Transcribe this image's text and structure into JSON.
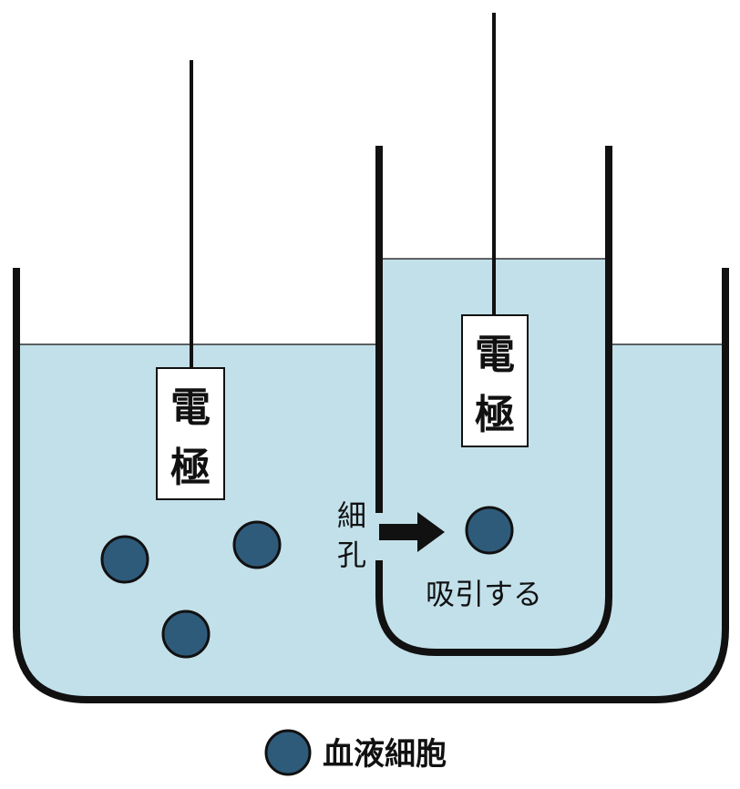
{
  "diagram": {
    "electrode_left": {
      "char1": "電",
      "char2": "極"
    },
    "electrode_right": {
      "char1": "電",
      "char2": "極"
    },
    "pore_label": {
      "char1": "細",
      "char2": "孔"
    },
    "suction_label": "吸引する",
    "legend_label": "血液細胞",
    "colors": {
      "liquid": "#c2e0ea",
      "cell": "#2f5b7b",
      "outline": "#111111",
      "label_bg": "#ffffff"
    }
  }
}
